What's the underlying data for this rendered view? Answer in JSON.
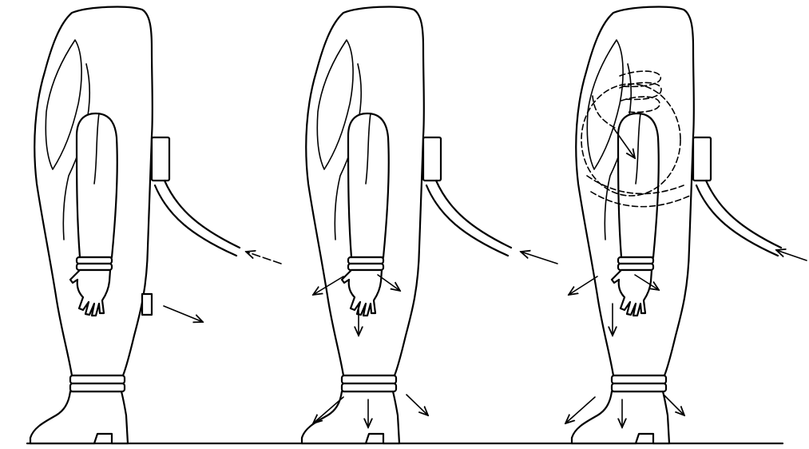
{
  "figure": {
    "panels": [
      {
        "id": "left",
        "airflow": "inlet-and-valve-outlet"
      },
      {
        "id": "middle",
        "airflow": "inlet-and-leakage-at-cuffs-and-boots"
      },
      {
        "id": "right",
        "airflow": "inlet-with-internal-distribution-and-leakage"
      }
    ],
    "colors": {
      "ink": "#000000",
      "background": "#ffffff"
    }
  }
}
